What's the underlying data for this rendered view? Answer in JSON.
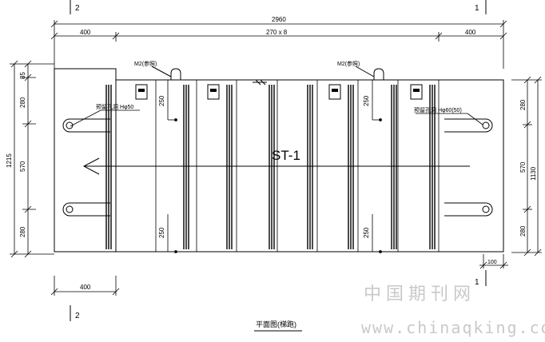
{
  "drawing": {
    "section_marks": {
      "top_left": "2",
      "top_right": "1",
      "bottom_right": "1",
      "bottom_left": "2"
    },
    "dimensions": {
      "overall_length": "2960",
      "left_segment": "400",
      "middle_segment": "270 x 8",
      "right_segment": "400",
      "bottom_left_segment": "400",
      "bottom_right_offset": "100",
      "left_total": "1215",
      "left_chain": [
        "85",
        "280",
        "570",
        "280"
      ],
      "right_total": "1130",
      "right_chain": [
        "280",
        "570",
        "280"
      ],
      "inner_250_top_left": "250",
      "inner_250_top_right": "250",
      "inner_250_bottom_left": "250",
      "inner_250_bottom_right": "250"
    },
    "labels": {
      "member_id": "ST-1",
      "m2_left": "M2(参照)",
      "m2_right": "M2(参照)",
      "hole_left": "预留孔洞 Hφ50",
      "hole_right": "预留孔洞 Hφ60(50)"
    },
    "caption": "平面图(梯跑)"
  },
  "watermark": {
    "cn": "中国期刊网",
    "url": "www.chinaqking.com"
  }
}
